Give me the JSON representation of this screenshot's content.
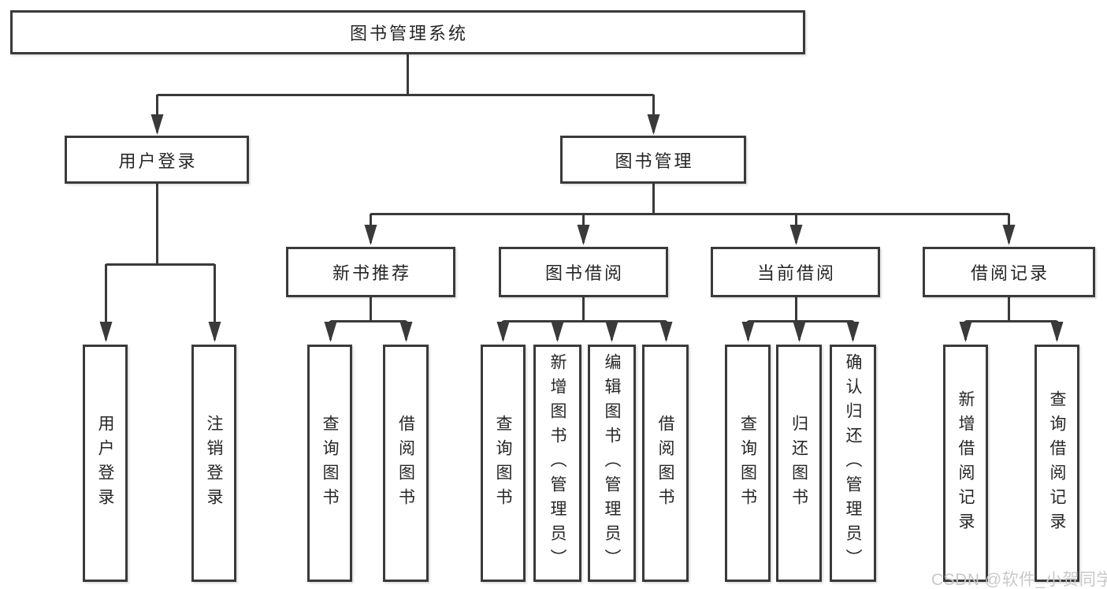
{
  "diagram": {
    "title": "图书管理系统",
    "watermark": "CSDN @软件_小贺同学",
    "colors": {
      "line": "#3a3a3a",
      "box_border": "#3a3a3a",
      "box_fill": "#ffffff",
      "text": "#262626",
      "watermark": "#c9c9c9",
      "background": "#ffffff"
    },
    "tree": {
      "label": "图书管理系统",
      "children": [
        {
          "label": "用户登录",
          "children": [
            {
              "label": "用户登录"
            },
            {
              "label": "注销登录"
            }
          ]
        },
        {
          "label": "图书管理",
          "children": [
            {
              "label": "新书推荐",
              "children": [
                {
                  "label": "查询图书"
                },
                {
                  "label": "借阅图书"
                }
              ]
            },
            {
              "label": "图书借阅",
              "children": [
                {
                  "label": "查询图书"
                },
                {
                  "label": "新增图书（管理员）"
                },
                {
                  "label": "编辑图书（管理员）"
                },
                {
                  "label": "借阅图书"
                }
              ]
            },
            {
              "label": "当前借阅",
              "children": [
                {
                  "label": "查询图书"
                },
                {
                  "label": "归还图书"
                },
                {
                  "label": "确认归还（管理员）"
                }
              ]
            },
            {
              "label": "借阅记录",
              "children": [
                {
                  "label": "新增借阅记录"
                },
                {
                  "label": "查询借阅记录"
                }
              ]
            }
          ]
        }
      ]
    }
  }
}
